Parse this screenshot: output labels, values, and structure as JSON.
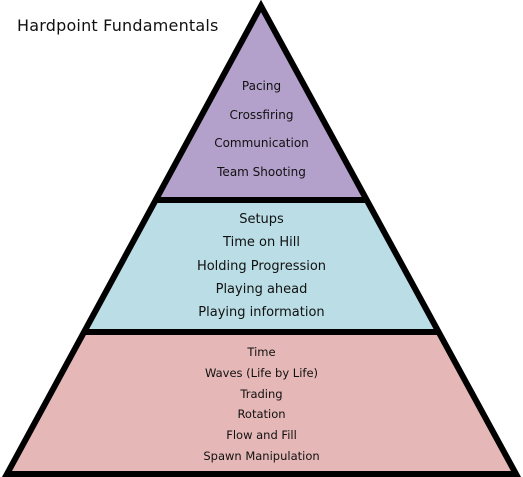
{
  "title": "Hardpoint Fundamentals",
  "tiers": {
    "top": {
      "color": "#b3a1cb",
      "items": [
        "Pacing",
        "Crossfiring",
        "Communication",
        "Team Shooting"
      ]
    },
    "middle": {
      "color": "#badde6",
      "items": [
        "Setups",
        "Time on Hill",
        "Holding Progression",
        "Playing ahead",
        "Playing information"
      ]
    },
    "bottom": {
      "color": "#e5b7b6",
      "items": [
        "Time",
        "Waves (Life by Life)",
        "Trading",
        "Rotation",
        "Flow and Fill",
        "Spawn Manipulation"
      ]
    }
  }
}
